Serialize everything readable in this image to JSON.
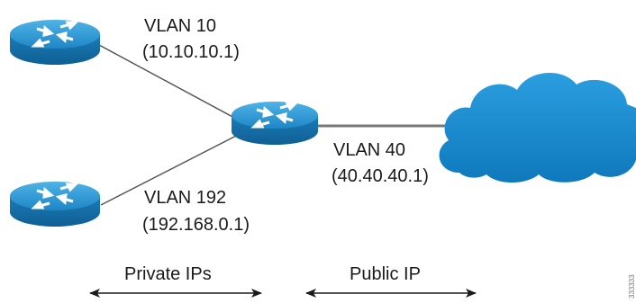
{
  "nodes": {
    "router_top": {
      "vlan_label": "VLAN 10",
      "ip_label": "(10.10.10.1)"
    },
    "router_bottom": {
      "vlan_label": "VLAN 192",
      "ip_label": "(192.168.0.1)"
    },
    "router_center": {
      "vlan_label": "VLAN 40",
      "ip_label": "(40.40.40.1)"
    }
  },
  "zones": {
    "private": {
      "label": "Private IPs"
    },
    "public": {
      "label": "Public IP"
    }
  },
  "figure_id": "333333",
  "colors": {
    "router_blue": "#1e88c8",
    "cloud_blue": "#1a8fd4",
    "link_gray": "#555555",
    "uplink_gray": "#777777"
  }
}
